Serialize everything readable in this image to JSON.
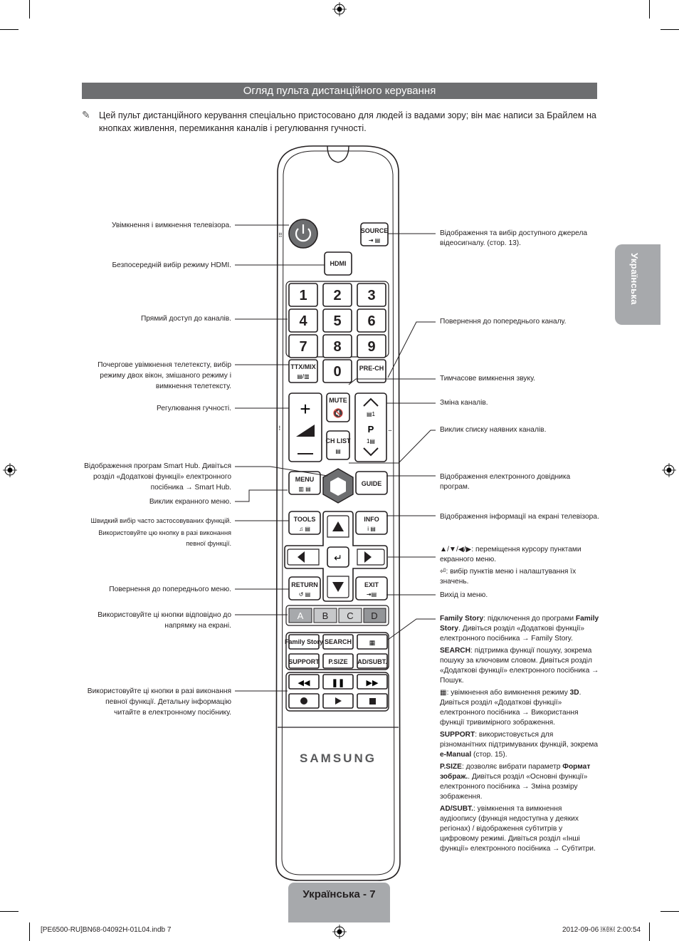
{
  "section_title": "Огляд пульта дистанційного керування",
  "intro_note": "Цей пульт дистанційного керування спеціально пристосовано для людей із вадами зору; він має написи за Брайлем на кнопках живлення, перемикання каналів і регулювання гучності.",
  "side_tab": "Українська",
  "left_labels": [
    "Увімкнення і вимкнення телевізора.",
    "Безпосередній вибір режиму HDMI.",
    "Прямий доступ до каналів.",
    "Почергове увімкнення телетексту, вибір режиму двох вікон, змішаного режиму і вимкнення телетексту.",
    "Регулювання гучності.",
    "Відображення програм Smart Hub. Дивіться розділ «Додаткові функції» електронного посібника → Smart Hub.",
    "Виклик екранного меню.",
    "Швидкий вибір часто застосовуваних функцій.",
    "Використовуйте цю кнопку в разі виконання певної функції.",
    "Повернення до попереднього меню.",
    "Використовуйте ці кнопки відповідно до напрямку на екрані.",
    "Використовуйте ці кнопки в разі виконання певної функції. Детальну інформацію читайте в електронному посібнику."
  ],
  "right_labels": [
    "Відображення та вибір доступного джерела відеосигналу. (стор. 13).",
    "Повернення до попереднього каналу.",
    "Тимчасове вимкнення звуку.",
    "Зміна каналів.",
    "Виклик списку наявних каналів.",
    "Відображення електронного довідника програм.",
    "Відображення інформації на екрані телевізора.",
    "▲/▼/◀/▶: переміщення курсору пунктами екранного меню.",
    ": вибір пунктів меню і налаштування їх значень.",
    "Вихід із меню."
  ],
  "right_details": {
    "family_story_term": "Family Story",
    "family_story_text1": ": підключення до програми ",
    "family_story_text2": ". Дивіться розділ «Додаткові функції» електронного посібника → Family Story.",
    "search_term": "SEARCH",
    "search_text": ": підтримка функції пошуку, зокрема пошуку за ключовим словом. Дивіться розділ «Додаткові функції» електронного посібника → Пошук.",
    "three_d_text1": ": увімкнення або вимкнення режиму ",
    "three_d_term": "3D",
    "three_d_text2": ". Дивіться розділ «Додаткові функції» електронного посібника → Використання функції тривимірного зображення.",
    "support_term": "SUPPORT",
    "support_text1": ": використовується для різноманітних підтримуваних функцій, зокрема ",
    "support_emanual": "e-Manual",
    "support_text2": " (стор. 15).",
    "psize_term": "P.SIZE",
    "psize_text1": ": дозволяє вибрати параметр ",
    "psize_format": "Формат зображ.",
    "psize_text2": ". Дивіться розділ «Основні функції» електронного посібника → Зміна розміру зображення.",
    "adsubt_term": "AD/SUBT.",
    "adsubt_text": ": увімкнення та вимкнення аудіоопису (функція недоступна у деяких регіонах) / відображення субтитрів у цифровому режимі. Дивіться розділ «Інші функції» електронного посібника → Субтитри."
  },
  "remote": {
    "source": "SOURCE",
    "hdmi": "HDMI",
    "digits": [
      "1",
      "2",
      "3",
      "4",
      "5",
      "6",
      "7",
      "8",
      "9",
      "0"
    ],
    "ttx": "TTX/MIX",
    "prech": "PRE-CH",
    "mute": "MUTE",
    "p": "P",
    "chlist": "CH LIST",
    "menu": "MENU",
    "guide": "GUIDE",
    "tools": "TOOLS",
    "info": "INFO",
    "return": "RETURN",
    "exit": "EXIT",
    "color_keys": [
      "A",
      "B",
      "C",
      "D"
    ],
    "family_story": "Family Story",
    "search": "SEARCH",
    "support": "SUPPORT",
    "psize": "P.SIZE",
    "adsubt": "AD/SUBT.",
    "brand": "SAMSUNG"
  },
  "footer": {
    "page_label": "Українська - 7",
    "file": "[PE6500-RU]BN68-04092H-01L04.indb   7",
    "date": "2012-09-06   ￼￼ 2:00:54"
  }
}
